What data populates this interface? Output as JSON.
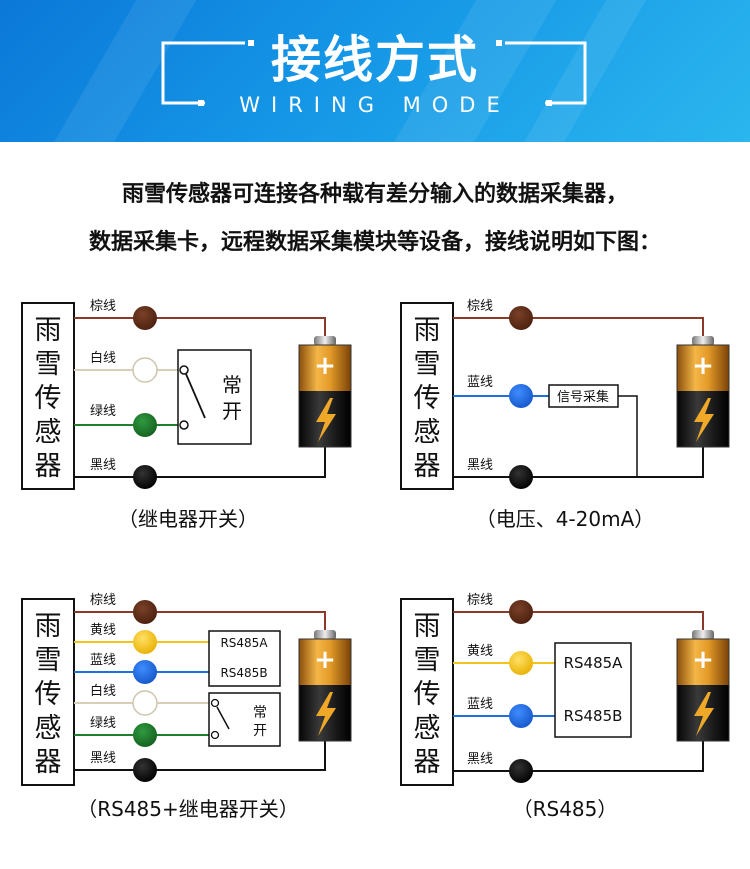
{
  "header": {
    "title": "接线方式",
    "subtitle": "WIRING MODE"
  },
  "intro": {
    "line1": "雨雪传感器可连接各种载有差分输入的数据采集器，",
    "line2": "数据采集卡，远程数据采集模块等设备，接线说明如下图："
  },
  "sensor_chars": [
    "雨",
    "雪",
    "传",
    "感",
    "器"
  ],
  "diagrams": {
    "relay": {
      "wires": {
        "brown": "棕线",
        "white": "白线",
        "green": "绿线",
        "black": "黑线"
      },
      "switch_chars": [
        "常",
        "开"
      ],
      "caption": "（继电器开关）"
    },
    "voltage": {
      "wires": {
        "brown": "棕线",
        "blue": "蓝线",
        "black": "黑线"
      },
      "signal_label": "信号采集",
      "caption": "（电压、4-20mA）"
    },
    "rs485_relay": {
      "wires": {
        "brown": "棕线",
        "yellow": "黄线",
        "blue": "蓝线",
        "white": "白线",
        "green": "绿线",
        "black": "黑线"
      },
      "rs485a": "RS485A",
      "rs485b": "RS485B",
      "switch_chars": [
        "常",
        "开"
      ],
      "caption": "（RS485+继电器开关）"
    },
    "rs485": {
      "wires": {
        "brown": "棕线",
        "yellow": "黄线",
        "blue": "蓝线",
        "black": "黑线"
      },
      "rs485a": "RS485A",
      "rs485b": "RS485B",
      "caption": "（RS485）"
    }
  },
  "colors": {
    "banner_blue": "#1590e4",
    "brown": "#5a2d18",
    "white_wire": "#ffffff",
    "green": "#1e7d2e",
    "blue": "#1f6fe0",
    "yellow": "#f2c41a",
    "black": "#111111",
    "battery_gold": "#d58a1c"
  }
}
